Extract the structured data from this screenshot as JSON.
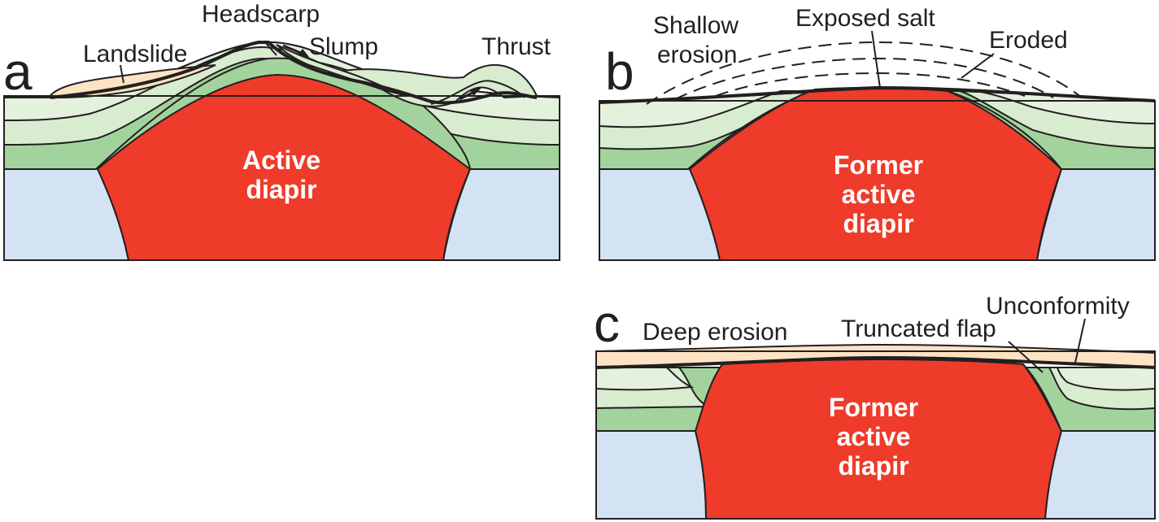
{
  "colors": {
    "salt": "#ee3b2a",
    "basement": "#d4e3f3",
    "dark_green": "#a3d39c",
    "light_green": "#d8eccf",
    "pale_green": "#e4f2dd",
    "sediment": "#fde3c3",
    "outline": "#231f20"
  },
  "panel_a": {
    "letter": "a",
    "labels": {
      "landslide": "Landslide",
      "headscarp": "Headscarp",
      "slump": "Slump",
      "thrust": "Thrust"
    },
    "core_lines": [
      "Active",
      "diapir"
    ]
  },
  "panel_b": {
    "letter": "b",
    "labels": {
      "shallow_1": "Shallow",
      "shallow_2": "erosion",
      "exposed_salt": "Exposed salt",
      "eroded": "Eroded"
    },
    "core_lines": [
      "Former",
      "active",
      "diapir"
    ]
  },
  "panel_c": {
    "letter": "c",
    "labels": {
      "deep_erosion": "Deep erosion",
      "truncated_flap": "Truncated flap",
      "unconformity": "Unconformity"
    },
    "core_lines": [
      "Former",
      "active",
      "diapir"
    ]
  }
}
